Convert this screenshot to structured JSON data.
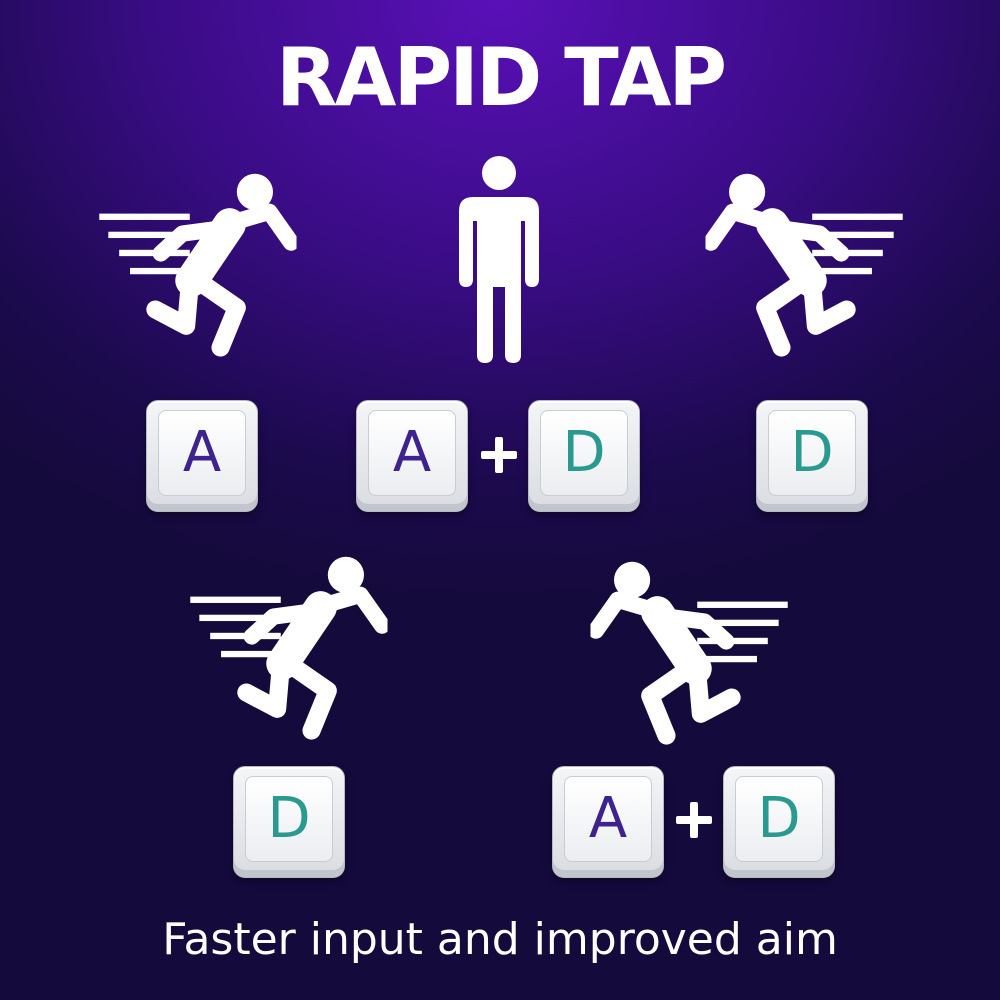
{
  "title": "RAPID TAP",
  "caption": "Faster input and improved aim",
  "colors": {
    "background_top": "#5a10b8",
    "background_bottom": "#150a3c",
    "key_a_letter": "#3d2290",
    "key_d_letter": "#2a9a90",
    "figures": "#ffffff"
  },
  "groups": [
    {
      "figure": "running-left-icon",
      "keys": [
        "A"
      ]
    },
    {
      "figure": "standing-person-icon",
      "keys": [
        "A",
        "D"
      ],
      "joiner": "+"
    },
    {
      "figure": "running-right-icon",
      "keys": [
        "D"
      ]
    },
    {
      "figure": "running-left-icon",
      "keys": [
        "D"
      ]
    },
    {
      "figure": "running-right-icon",
      "keys": [
        "A",
        "D"
      ],
      "joiner": "+"
    }
  ]
}
